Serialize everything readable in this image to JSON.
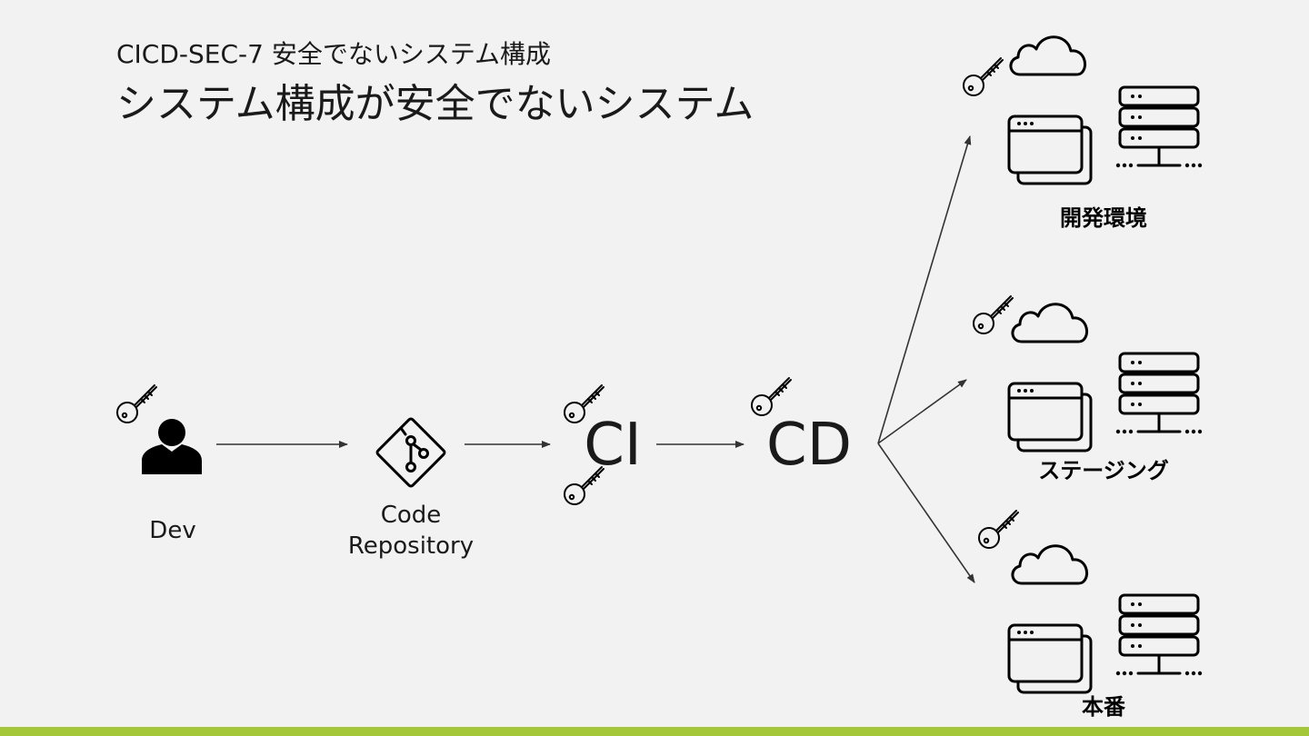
{
  "slide": {
    "subtitle": "CICD-SEC-7 安全でないシステム構成",
    "title": "システム構成が安全でないシステム"
  },
  "nodes": {
    "dev": "Dev",
    "repo_line1": "Code",
    "repo_line2": "Repository",
    "ci": "CI",
    "cd": "CD"
  },
  "environments": {
    "development": "開発環境",
    "staging": "ステージング",
    "production": "本番"
  },
  "colors": {
    "background": "#f2f2f2",
    "accent_bar": "#a4c639",
    "line": "#333333"
  }
}
